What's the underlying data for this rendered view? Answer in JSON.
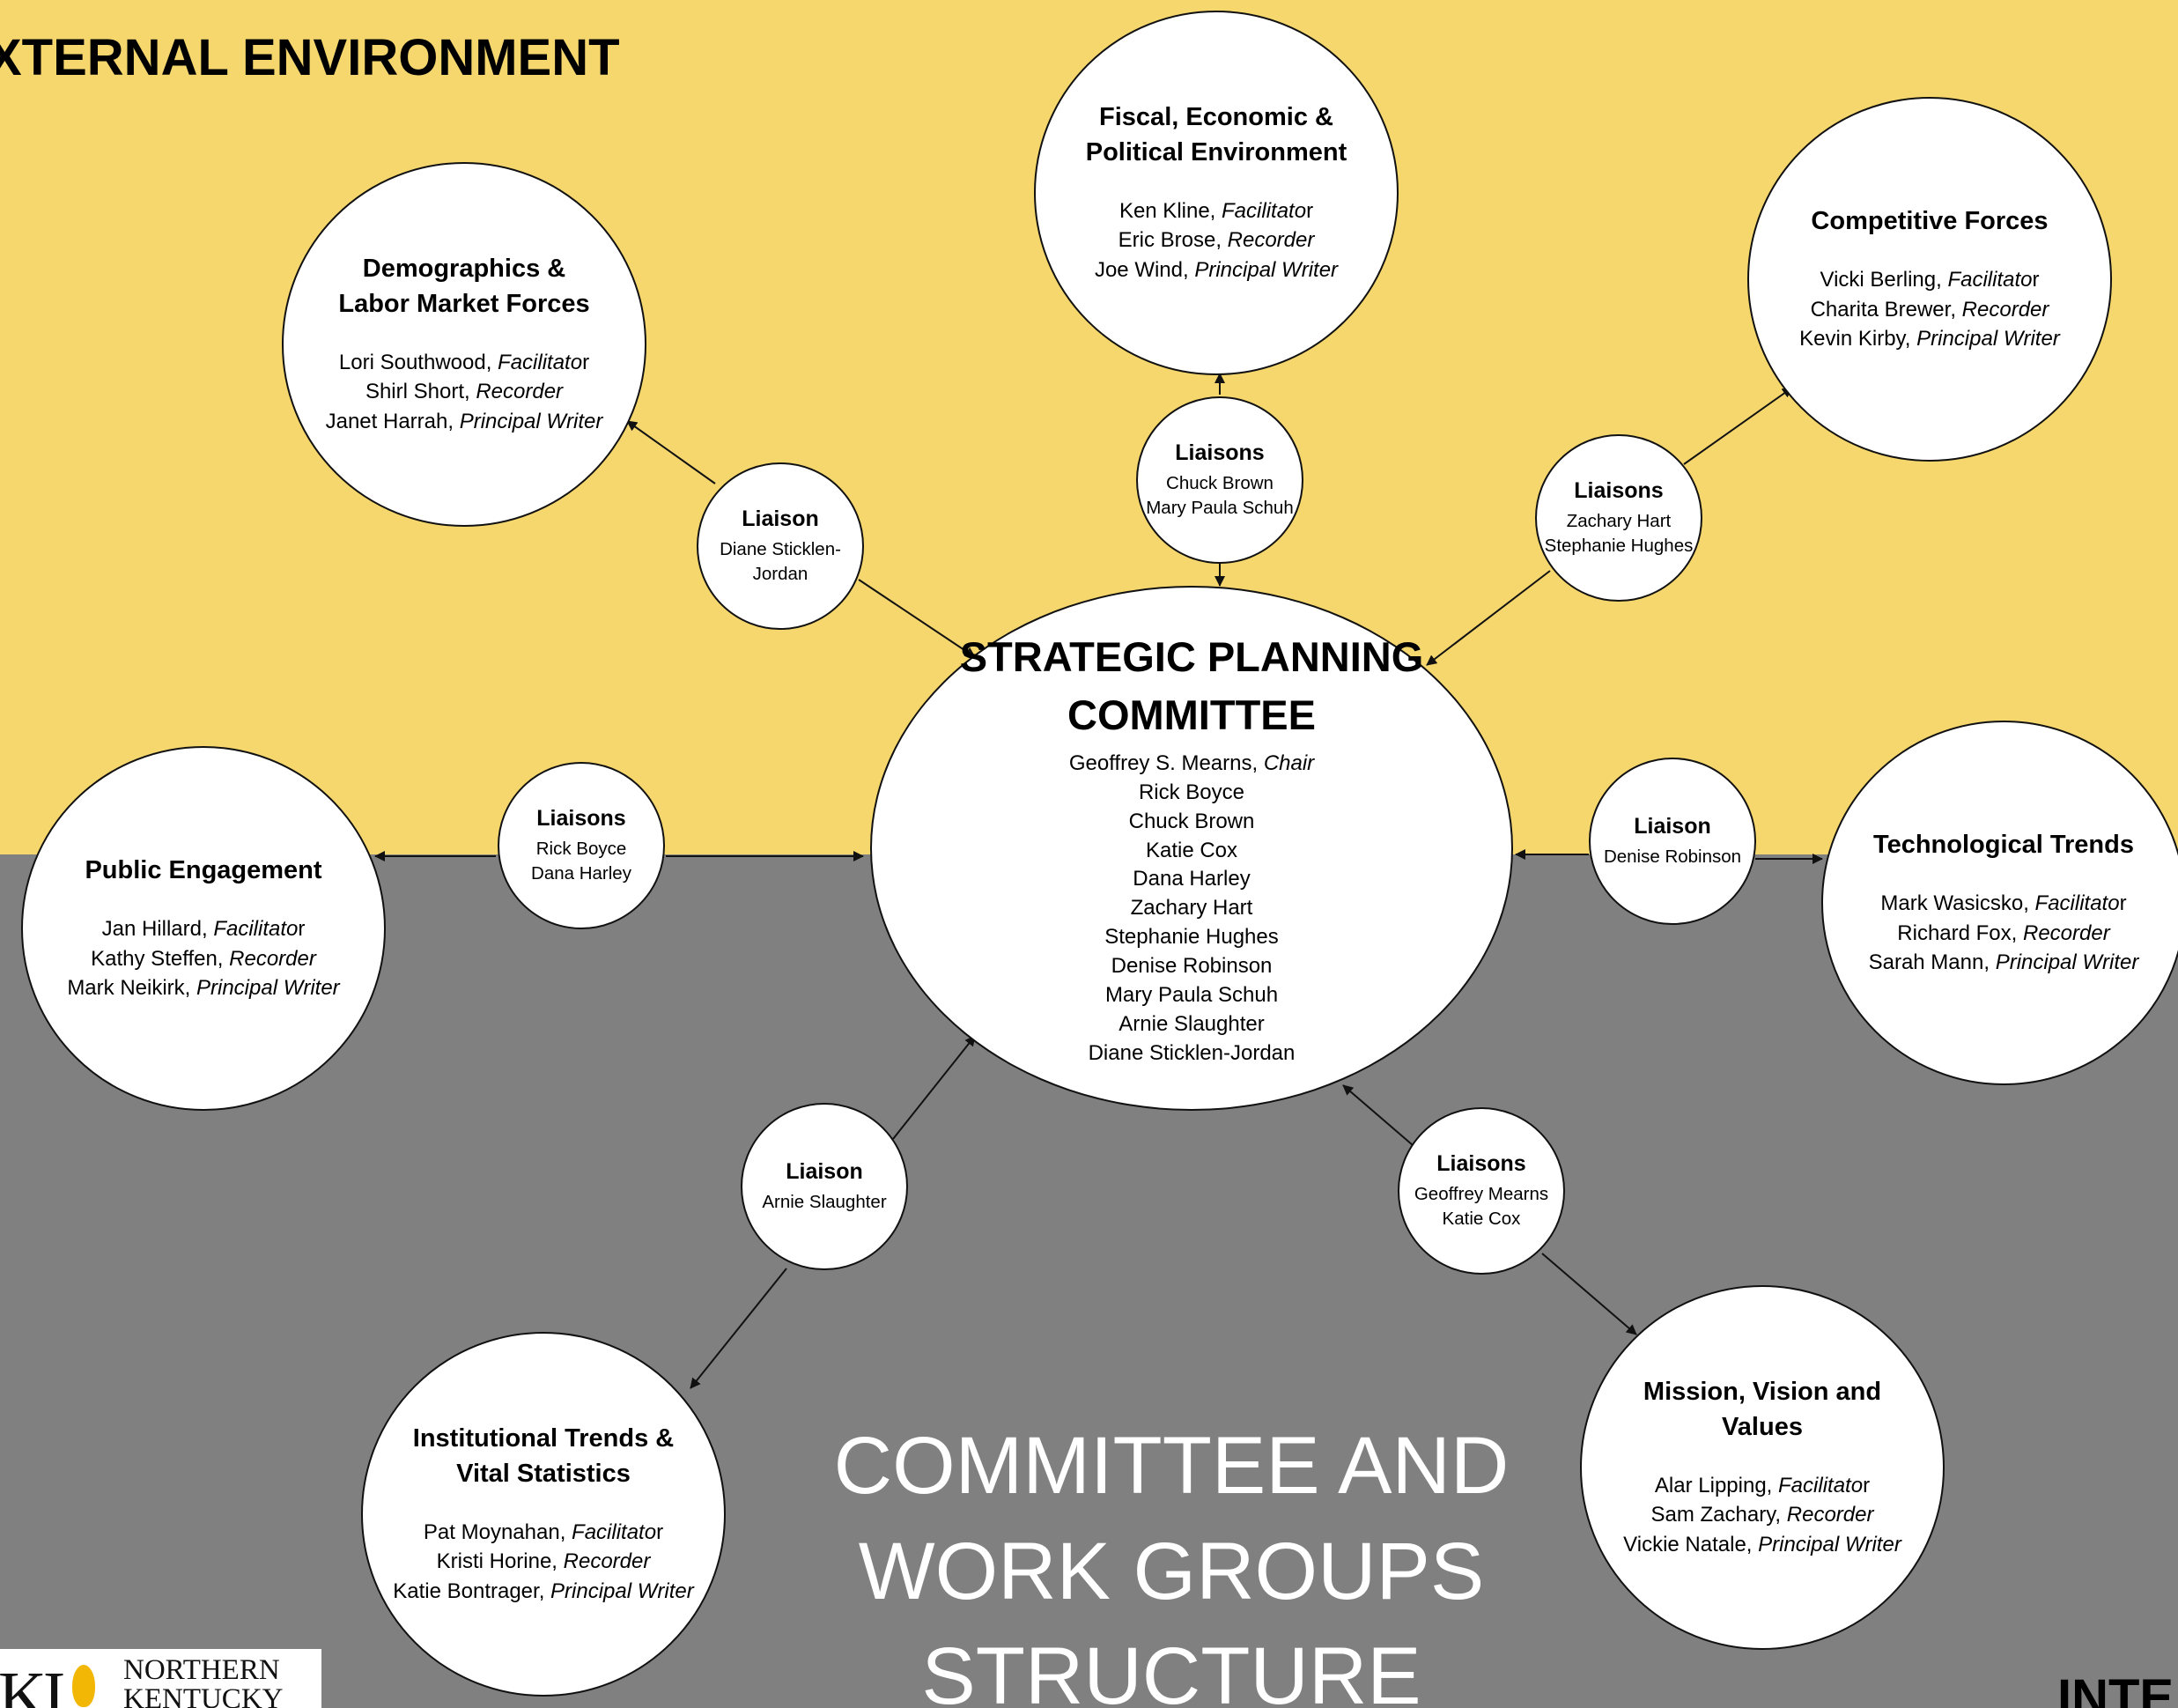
{
  "labels": {
    "external": "XTERNAL ENVIRONMENT",
    "internal": "INTE",
    "structure_title": [
      "COMMITTEE AND",
      "WORK GROUPS",
      "STRUCTURE"
    ]
  },
  "logo": {
    "mark": "KI",
    "text": [
      "NORTHERN",
      "KENTUCKY"
    ]
  },
  "colors": {
    "external_band": "#f5d76e",
    "internal_band": "#808080",
    "node_fill": "#ffffff",
    "stroke": "#111111"
  },
  "center": {
    "title": [
      "STRATEGIC PLANNING",
      "COMMITTEE"
    ],
    "chair": {
      "name": "Geoffrey S. Mearns, ",
      "role": "Chair"
    },
    "members": [
      "Rick Boyce",
      "Chuck Brown",
      "Katie Cox",
      "Dana Harley",
      "Zachary Hart",
      "Stephanie Hughes",
      "Denise Robinson",
      "Mary Paula Schuh",
      "Arnie Slaughter",
      "Diane Sticklen-Jordan"
    ]
  },
  "workgroups": [
    {
      "id": "fiscal",
      "title": [
        "Fiscal, Economic &",
        "Political Environment"
      ],
      "members": [
        {
          "name": "Ken Kline, ",
          "role": "Facilitato",
          "tail": "r"
        },
        {
          "name": "Eric Brose, ",
          "role": "Recorder",
          "tail": ""
        },
        {
          "name": "Joe Wind, ",
          "role": "Principal Writer",
          "tail": ""
        }
      ]
    },
    {
      "id": "demographics",
      "title": [
        "Demographics &",
        "Labor Market Forces"
      ],
      "members": [
        {
          "name": "Lori Southwood, ",
          "role": "Facilitato",
          "tail": "r"
        },
        {
          "name": "Shirl Short, ",
          "role": "Recorder",
          "tail": ""
        },
        {
          "name": "Janet Harrah, ",
          "role": "Principal Writer",
          "tail": ""
        }
      ]
    },
    {
      "id": "competitive",
      "title": [
        "Competitive Forces"
      ],
      "members": [
        {
          "name": "Vicki Berling, ",
          "role": "Facilitato",
          "tail": "r"
        },
        {
          "name": "Charita Brewer, ",
          "role": "Recorder",
          "tail": ""
        },
        {
          "name": "Kevin Kirby, ",
          "role": "Principal Writer",
          "tail": ""
        }
      ]
    },
    {
      "id": "public",
      "title": [
        "Public Engagement"
      ],
      "members": [
        {
          "name": "Jan Hillard, ",
          "role": "Facilitato",
          "tail": "r"
        },
        {
          "name": "Kathy Steffen, ",
          "role": "Recorder",
          "tail": ""
        },
        {
          "name": "Mark Neikirk, ",
          "role": "Principal Writer",
          "tail": ""
        }
      ]
    },
    {
      "id": "technological",
      "title": [
        "Technological Trends"
      ],
      "members": [
        {
          "name": "Mark Wasicsko, ",
          "role": "Facilitato",
          "tail": "r"
        },
        {
          "name": "Richard Fox, ",
          "role": "Recorder",
          "tail": ""
        },
        {
          "name": "Sarah Mann, ",
          "role": "Principal Writer",
          "tail": ""
        }
      ]
    },
    {
      "id": "institutional",
      "title": [
        "Institutional Trends &",
        "Vital Statistics"
      ],
      "members": [
        {
          "name": "Pat Moynahan, ",
          "role": "Facilitato",
          "tail": "r"
        },
        {
          "name": "Kristi Horine, ",
          "role": "Recorder",
          "tail": ""
        },
        {
          "name": "Katie Bontrager, ",
          "role": "Principal Writer",
          "tail": ""
        }
      ]
    },
    {
      "id": "mission",
      "title": [
        "Mission, Vision and",
        "Values"
      ],
      "members": [
        {
          "name": "Alar Lipping, ",
          "role": "Facilitato",
          "tail": "r"
        },
        {
          "name": "Sam Zachary, ",
          "role": "Recorder",
          "tail": ""
        },
        {
          "name": "Vickie Natale, ",
          "role": "Principal Writer",
          "tail": ""
        }
      ]
    }
  ],
  "liaisons": [
    {
      "id": "fiscal",
      "title": "Liaisons",
      "members": [
        "Chuck Brown",
        "Mary Paula Schuh"
      ]
    },
    {
      "id": "demographics",
      "title": "Liaison",
      "members": [
        "Diane Sticklen-",
        "Jordan"
      ]
    },
    {
      "id": "competitive",
      "title": "Liaisons",
      "members": [
        "Zachary Hart",
        "Stephanie Hughes"
      ]
    },
    {
      "id": "public",
      "title": "Liaisons",
      "members": [
        "Rick Boyce",
        "Dana Harley"
      ]
    },
    {
      "id": "technological",
      "title": "Liaison",
      "members": [
        "Denise Robinson"
      ]
    },
    {
      "id": "institutional",
      "title": "Liaison",
      "members": [
        "Arnie Slaughter"
      ]
    },
    {
      "id": "mission",
      "title": "Liaisons",
      "members": [
        "Geoffrey Mearns",
        "Katie Cox"
      ]
    }
  ]
}
